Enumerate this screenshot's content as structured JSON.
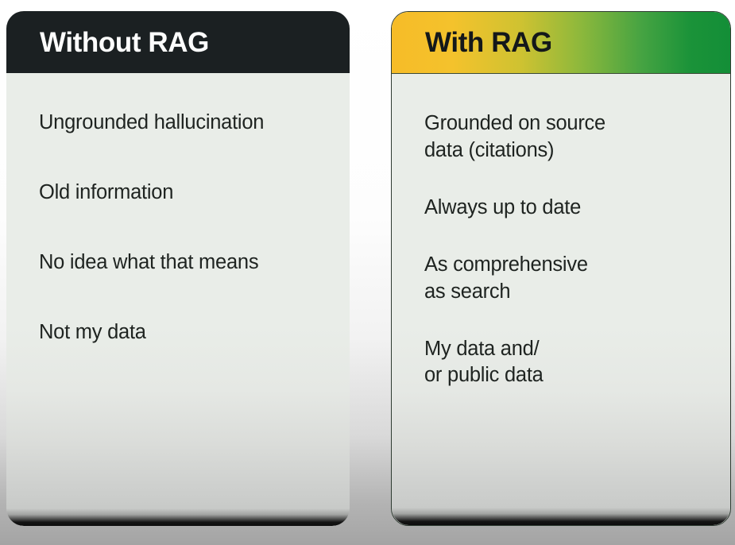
{
  "background": {
    "top_color": "#ffffff",
    "bottom_color": "#a4a4a4"
  },
  "cards": [
    {
      "id": "without-rag",
      "title": "Without RAG",
      "header_style": "solid-dark",
      "header_color": "#1b2022",
      "title_color": "#fdfdfd",
      "body_color": "#e9ede8",
      "items": [
        "Ungrounded hallucination",
        "Old information",
        "No idea what that means",
        "Not my data"
      ]
    },
    {
      "id": "with-rag",
      "title": "With RAG",
      "header_style": "gradient-amber-green",
      "header_gradient_start": "#f6bc28",
      "header_gradient_end": "#138e37",
      "title_color": "#14181a",
      "body_color": "#e9ede8",
      "items": [
        "Grounded on source\ndata (citations)",
        "Always up to date",
        "As comprehensive\nas search",
        "My data and/\nor public data"
      ]
    }
  ]
}
